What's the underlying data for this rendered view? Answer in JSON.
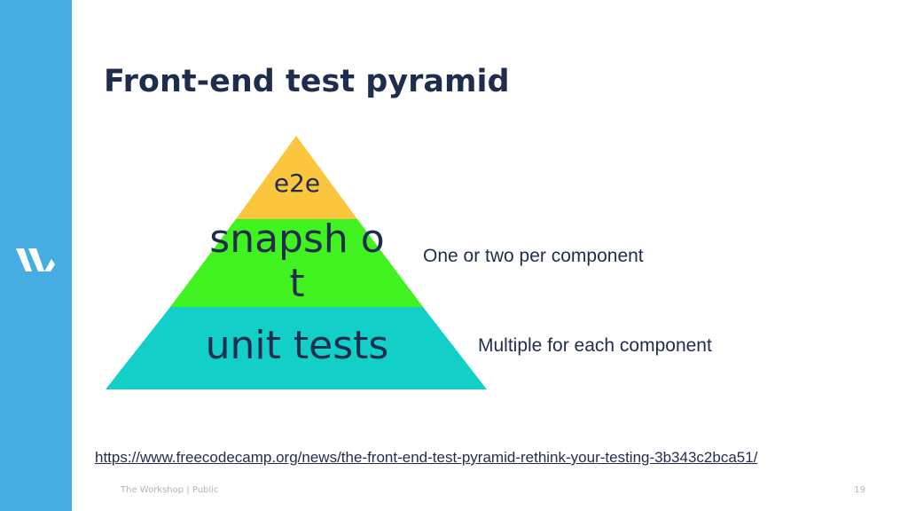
{
  "slide": {
    "title": "Front-end test pyramid",
    "footer": "The Workshop | Public",
    "page_number": "19",
    "link": "https://www.freecodecamp.org/news/the-front-end-test-pyramid-rethink-your-testing-3b343c2bca51/"
  },
  "pyramid": {
    "tiers": [
      {
        "label": "e2e",
        "color": "#fbc53d"
      },
      {
        "label": "snapsh ot",
        "color": "#40f220",
        "note": "One or two per component"
      },
      {
        "label": "unit tests",
        "color": "#12cfc7",
        "note": "Multiple for each component"
      }
    ]
  },
  "colors": {
    "sidebar": "#45ade2",
    "title": "#1f2d4d",
    "footer": "#b0b5be"
  },
  "icons": {
    "logo": "workshop-w-logo-icon"
  }
}
